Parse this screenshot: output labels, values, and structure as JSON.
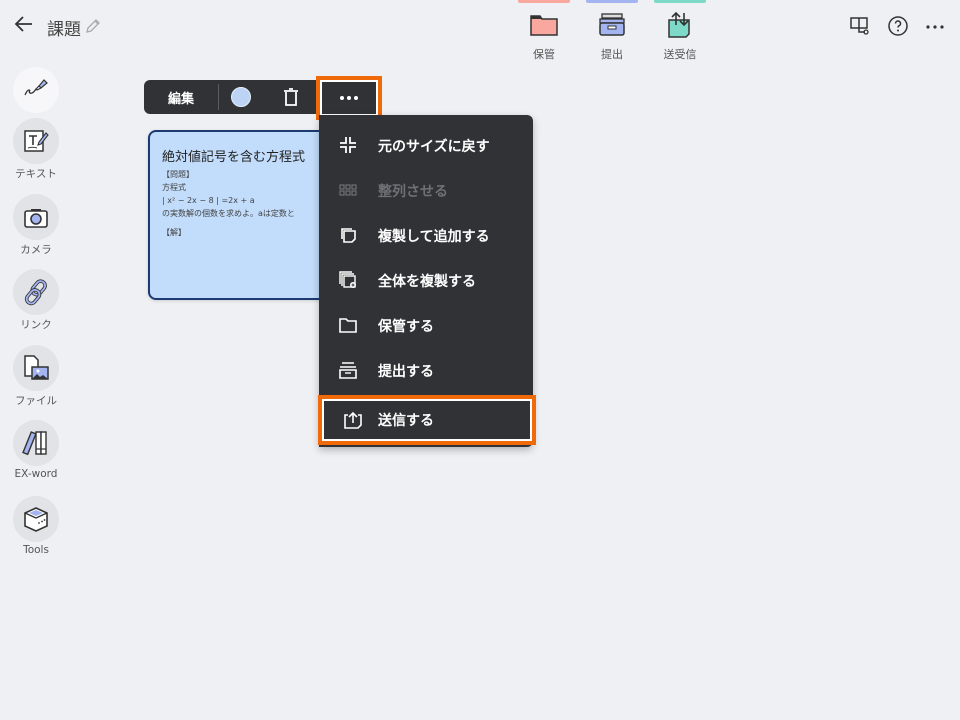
{
  "header": {
    "title": "課題",
    "back_icon": "arrow-left-icon",
    "edit_icon": "pencil-icon"
  },
  "top_tabs": [
    {
      "label": "保管",
      "icon": "folder-icon",
      "color": "#f9a8a0"
    },
    {
      "label": "提出",
      "icon": "drawer-icon",
      "color": "#a3b4f0"
    },
    {
      "label": "送受信",
      "icon": "send-receive-icon",
      "color": "#7fd9c9"
    }
  ],
  "header_right": [
    {
      "icon": "board-presentation-icon"
    },
    {
      "icon": "help-icon"
    },
    {
      "icon": "more-horizontal-icon"
    }
  ],
  "toolbar": {
    "items": [
      {
        "label": "",
        "icon": "pen-icon"
      },
      {
        "label": "テキスト",
        "icon": "text-icon"
      },
      {
        "label": "カメラ",
        "icon": "camera-icon"
      },
      {
        "label": "リンク",
        "icon": "link-icon"
      },
      {
        "label": "ファイル",
        "icon": "file-icon"
      },
      {
        "label": "EX-word",
        "icon": "dictionary-icon"
      },
      {
        "label": "Tools",
        "icon": "tools-box-icon"
      }
    ]
  },
  "card_toolbar": {
    "edit_label": "編集",
    "color_value": "#bcd3f6",
    "delete_icon": "trash-icon",
    "more_icon": "more-horizontal-icon"
  },
  "card": {
    "title": "絶対値記号を含む方程式",
    "lines": [
      "【問題】",
      "方程式",
      "| x² − 2x − 8 | =2x + a",
      "の実数解の個数を求めよ。aは定数と",
      "【解】"
    ],
    "background": "#c2dcfb"
  },
  "menu": {
    "items": [
      {
        "label": "元のサイズに戻す",
        "icon": "shrink-icon",
        "disabled": false
      },
      {
        "label": "整列させる",
        "icon": "grid-align-icon",
        "disabled": true
      },
      {
        "label": "複製して追加する",
        "icon": "duplicate-icon",
        "disabled": false
      },
      {
        "label": "全体を複製する",
        "icon": "duplicate-all-icon",
        "disabled": false
      },
      {
        "label": "保管する",
        "icon": "folder-icon",
        "disabled": false
      },
      {
        "label": "提出する",
        "icon": "drawer-icon",
        "disabled": false
      },
      {
        "label": "送信する",
        "icon": "send-icon",
        "disabled": false
      }
    ]
  },
  "highlight_color": "#f06a0a"
}
